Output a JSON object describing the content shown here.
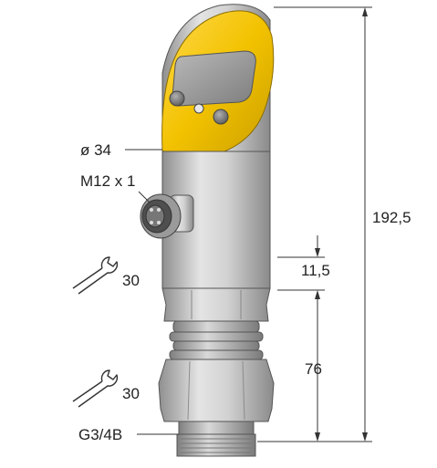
{
  "labels": {
    "diameter": "ø 34",
    "thread_connector": "M12 x 1",
    "wrench_upper": "30",
    "wrench_lower": "30",
    "process_thread": "G3/4B"
  },
  "dimensions": {
    "total_height": "192,5",
    "hex_height": "11,5",
    "thread_section": "76"
  },
  "icons": {
    "wrench_upper": "wrench-icon",
    "wrench_lower": "wrench-icon"
  },
  "colors": {
    "head_yellow": "#F2C200",
    "body_gray": "#C8C8C8",
    "display_gray": "#9A9A9A"
  }
}
